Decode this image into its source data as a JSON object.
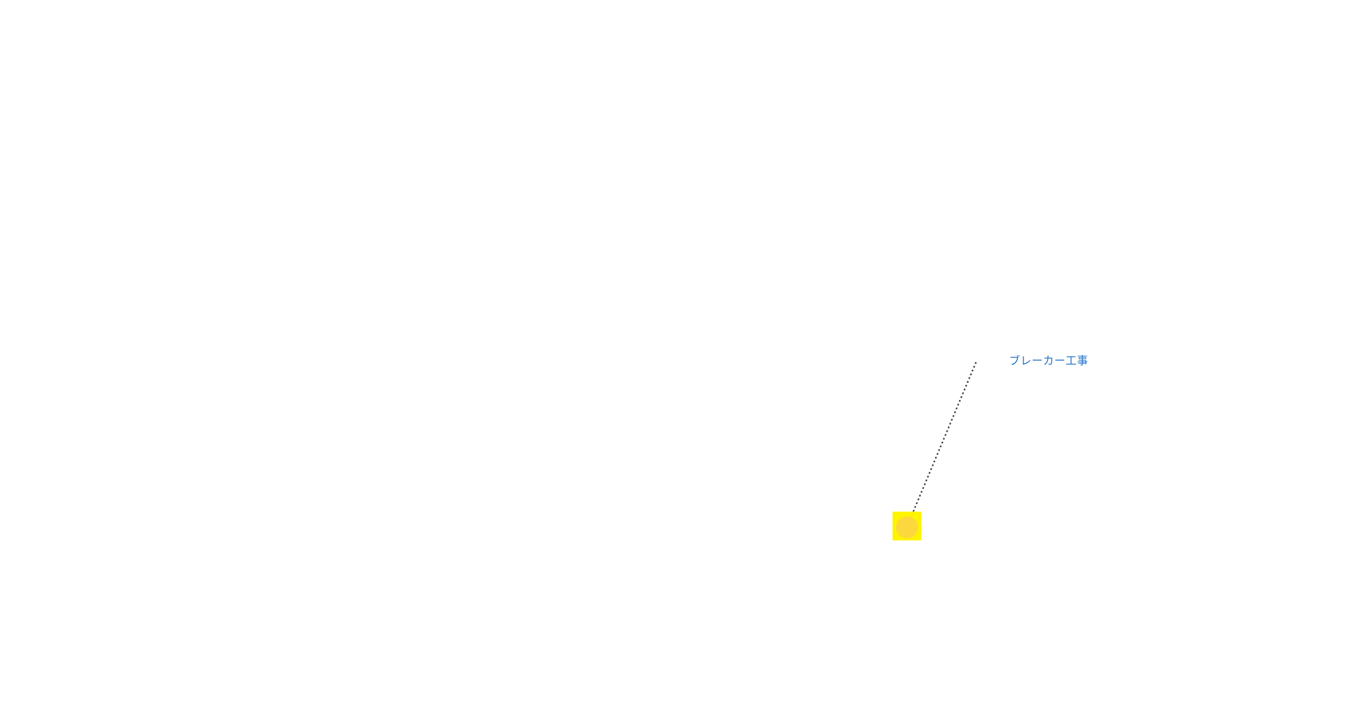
{
  "map_label": {
    "text": "ブレーカー工事",
    "color": "#2272c8"
  },
  "marker": {
    "type": "selected-point-marker",
    "highlight_color": "#fff400",
    "dot_color": "#fdd73e"
  },
  "leader_line": {
    "style": "dotted",
    "color": "#3a3a3a"
  },
  "canvas": {
    "background_color": "#ffffff"
  }
}
